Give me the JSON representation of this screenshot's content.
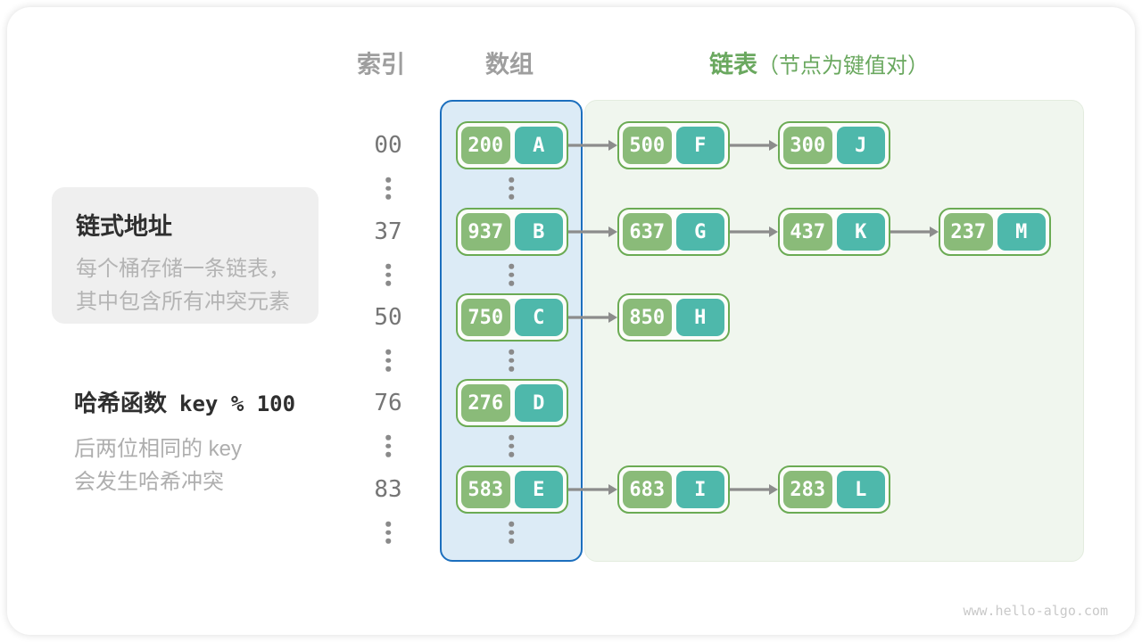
{
  "headers": {
    "index": "索引",
    "array": "数组",
    "list_bold": "链表",
    "list_note": "（节点为键值对）"
  },
  "info_box": {
    "title": "链式地址",
    "line1": "每个桶存储一条链表，",
    "line2": "其中包含所有冲突元素"
  },
  "hash_note": {
    "title_cn": "哈希函数",
    "title_code": "key % 100",
    "line1": "后两位相同的 key",
    "line2": "会发生哈希冲突"
  },
  "rows": [
    {
      "index": "00",
      "nodes": [
        {
          "key": "200",
          "value": "A"
        },
        {
          "key": "500",
          "value": "F"
        },
        {
          "key": "300",
          "value": "J"
        }
      ]
    },
    {
      "index": "37",
      "nodes": [
        {
          "key": "937",
          "value": "B"
        },
        {
          "key": "637",
          "value": "G"
        },
        {
          "key": "437",
          "value": "K"
        },
        {
          "key": "237",
          "value": "M"
        }
      ]
    },
    {
      "index": "50",
      "nodes": [
        {
          "key": "750",
          "value": "C"
        },
        {
          "key": "850",
          "value": "H"
        }
      ]
    },
    {
      "index": "76",
      "nodes": [
        {
          "key": "276",
          "value": "D"
        }
      ]
    },
    {
      "index": "83",
      "nodes": [
        {
          "key": "583",
          "value": "E"
        },
        {
          "key": "683",
          "value": "I"
        },
        {
          "key": "283",
          "value": "L"
        }
      ]
    }
  ],
  "watermark": "www.hello-algo.com",
  "colors": {
    "accent_green_text": "#6aa85f",
    "node_key_green": "#8abb79",
    "node_value_teal": "#4eb8ab",
    "node_border_green": "#6bab54",
    "array_fill_blue": "#dcebf6",
    "array_border_blue": "#1c6fbe",
    "list_fill_green": "#f0f6ee",
    "arrow_gray": "#8c8c8c"
  }
}
